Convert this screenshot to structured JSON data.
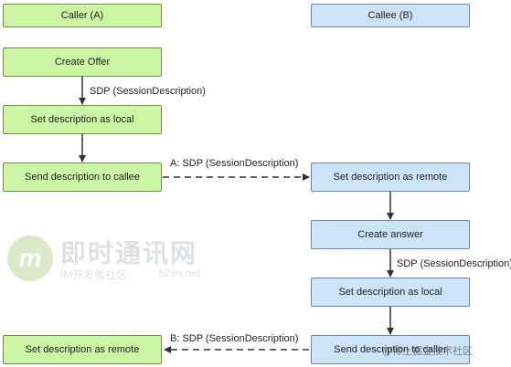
{
  "headers": {
    "caller": "Caller (A)",
    "callee": "Callee (B)"
  },
  "caller_steps": {
    "create_offer": "Create Offer",
    "set_local": "Set description as local",
    "send_to_callee": "Send description to callee",
    "set_remote": "Set description as remote"
  },
  "callee_steps": {
    "set_remote": "Set description as remote",
    "create_answer": "Create answer",
    "set_local": "Set description as local",
    "send_to_caller": "Send description to caller"
  },
  "edge_labels": {
    "offer_sdp": "SDP (SessionDescription)",
    "a_to_b": "A: SDP (SessionDescription)",
    "answer_sdp": "SDP (SessionDescription)",
    "b_to_a": "B: SDP (SessionDescription)"
  },
  "watermark": {
    "logo": "m",
    "title": "即时通讯网",
    "subtitle": "IM开发者社区",
    "site": "52im.net",
    "corner": "@稀土掘金技术社区"
  },
  "colors": {
    "caller_fill": "#ccf5a6",
    "callee_fill": "#cde4f8"
  }
}
